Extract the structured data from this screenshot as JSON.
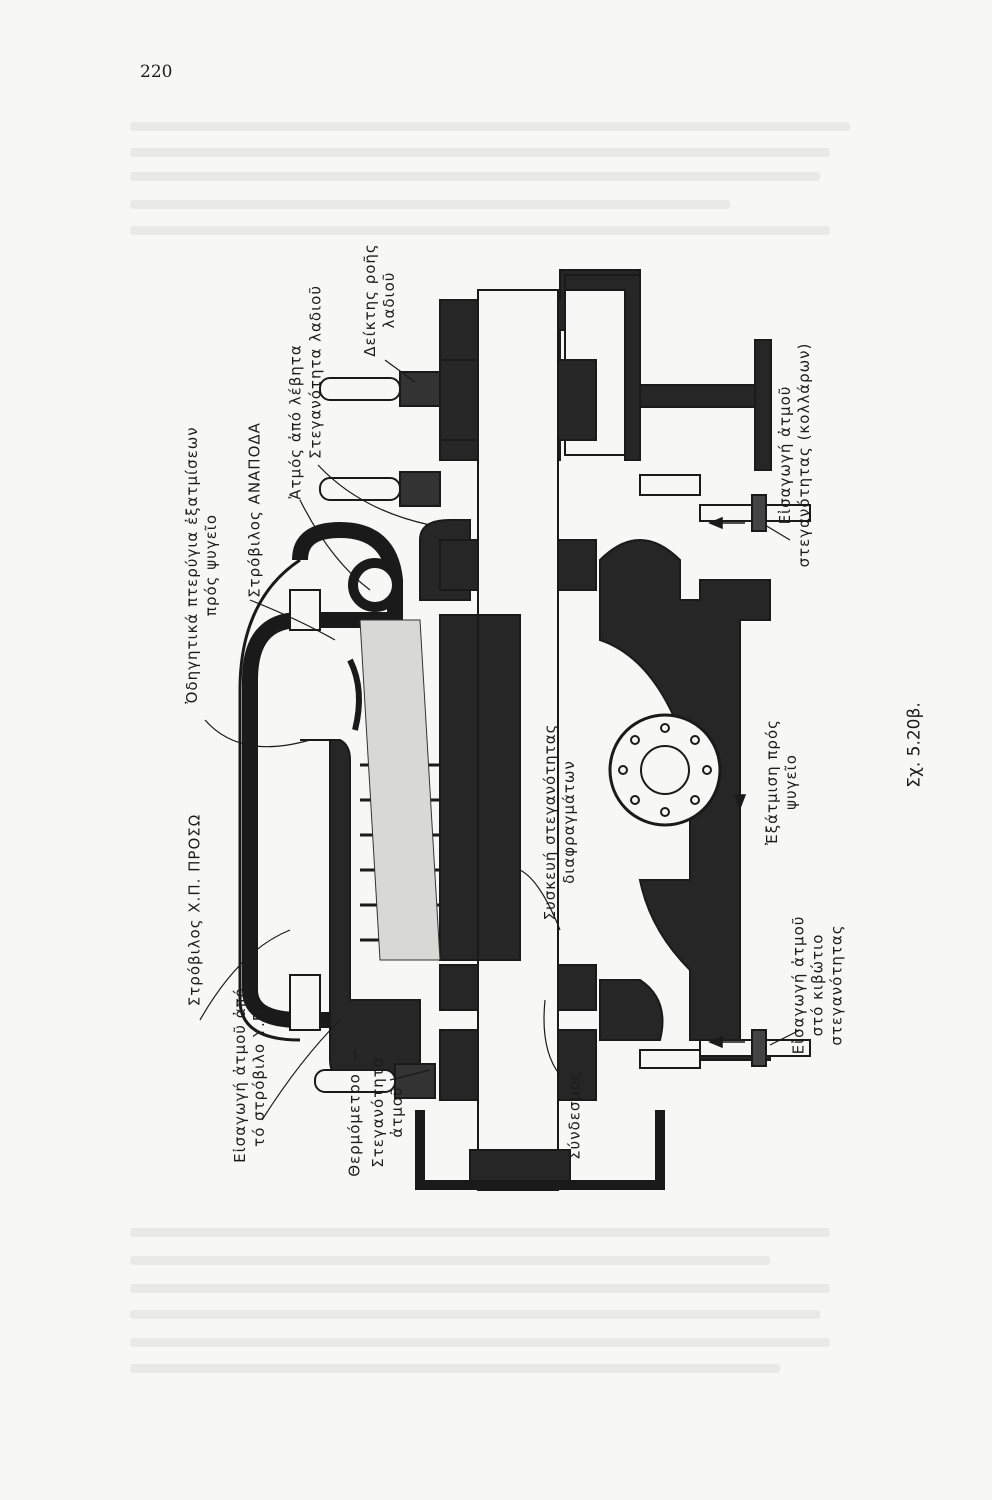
{
  "page_number": "220",
  "figure": {
    "caption": "Σχ. 5.20β.",
    "labels": {
      "hp_turbine_ahead": "Στρόβιλος Χ.Π. ΠΡΟΣΩ",
      "hp_steam_inlet_1": "Εἰσαγωγή ἀτμοῦ ἀπό",
      "hp_steam_inlet_2": "τό στρόβιλο Υ.Π.",
      "thermometer": "Θερμόμετρο",
      "steam_seal_1": "Στεγανότητα",
      "steam_seal_2": "ἀτμοῦ",
      "coupling": "Σύνδεσμος",
      "diaphragm_seal_1": "Συσκευή στεγανότητας",
      "diaphragm_seal_2": "διαφραγμάτων",
      "exhaust_guide_vanes_1": "Ὀδηγητικά πτερύγια ἐξατμίσεων",
      "exhaust_guide_vanes_2": "πρός ψυγεῖο",
      "astern_turbine": "Στρόβιλος ΑΝΑΠΟΔΑ",
      "boiler_steam": "Ἀτμός ἀπό λέβητα",
      "oil_seal": "Στεγανότητα λαδιοῦ",
      "oil_flow_indicator_1": "Δείκτης ροῆς",
      "oil_flow_indicator_2": "λαδιοῦ",
      "gland_steam_inlet_1": "Εἰσαγωγή ἀτμοῦ",
      "gland_steam_inlet_2": "στεγανότητας (κολλάρων)",
      "exhaust_to_condenser_1": "Ἐξάτμιση πρός",
      "exhaust_to_condenser_2": "ψυγεῖο",
      "seal_box_inlet_1": "Εἰσαγωγή ἀτμοῦ",
      "seal_box_inlet_2": "στό κιβώτιο",
      "seal_box_inlet_3": "στεγανότητας"
    }
  }
}
